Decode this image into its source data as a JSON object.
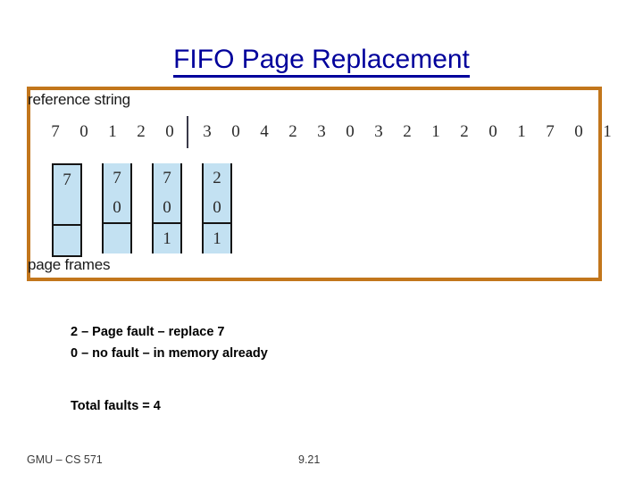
{
  "slide": {
    "title": "FIFO Page Replacement"
  },
  "figure": {
    "reference_string_label": "reference string",
    "page_frames_label": "page frames",
    "border_color": "#C2761C",
    "cell_color": "#C3E1F2",
    "reference_string": [
      "7",
      "0",
      "1",
      "2",
      "0",
      "|",
      "3",
      "0",
      "4",
      "2",
      "3",
      "0",
      "3",
      "2",
      "1",
      "2",
      "0",
      "1",
      "7",
      "0",
      "1"
    ],
    "separator_after_index": 5,
    "page_frames_columns": [
      {
        "cells": [
          "7",
          "",
          ""
        ],
        "boxed": true,
        "rules": [
          false,
          false,
          true
        ]
      },
      {
        "cells": [
          "7",
          "0",
          ""
        ],
        "boxed": false,
        "rules": [
          false,
          false,
          true
        ]
      },
      {
        "cells": [
          "7",
          "0",
          "1"
        ],
        "boxed": false,
        "rules": [
          false,
          false,
          true
        ]
      },
      {
        "cells": [
          "2",
          "0",
          "1"
        ],
        "boxed": false,
        "rules": [
          false,
          false,
          true
        ]
      }
    ]
  },
  "notes": {
    "line1": "2 – Page fault – replace 7",
    "line2": "0 – no fault – in memory already",
    "total_faults": "Total faults = 4"
  },
  "footer": {
    "course": "GMU – CS 571",
    "page_number": "9.21"
  }
}
